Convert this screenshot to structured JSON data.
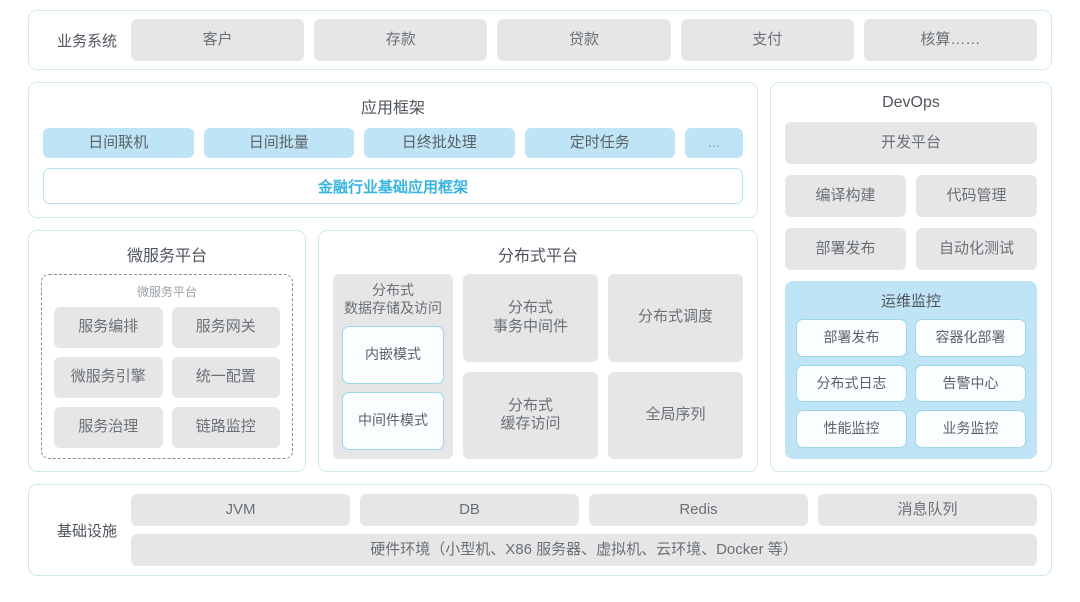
{
  "business_systems": {
    "label": "业务系统",
    "items": [
      "客户",
      "存款",
      "贷款",
      "支付",
      "核算……"
    ]
  },
  "app_framework": {
    "title": "应用框架",
    "items": [
      "日间联机",
      "日间批量",
      "日终批处理",
      "定时任务",
      "..."
    ],
    "base_bar": "金融行业基础应用框架"
  },
  "microservice_platform": {
    "title": "微服务平台",
    "inner_label": "微服务平台",
    "items": [
      "服务编排",
      "服务网关",
      "微服务引擎",
      "统一配置",
      "服务治理",
      "链路监控"
    ]
  },
  "distributed_platform": {
    "title": "分布式平台",
    "storage": {
      "header": "分布式\n数据存储及访问",
      "header_line1": "分布式",
      "header_line2": "数据存储及访问",
      "modes": [
        "内嵌模式",
        "中间件模式"
      ]
    },
    "cells": [
      {
        "line1": "分布式",
        "line2": "事务中间件"
      },
      {
        "line1": "分布式调度",
        "line2": ""
      },
      {
        "line1": "分布式",
        "line2": "缓存访问"
      },
      {
        "line1": "全局序列",
        "line2": ""
      }
    ]
  },
  "devops": {
    "title": "DevOps",
    "platform": "开发平台",
    "items": [
      "编译构建",
      "代码管理",
      "部署发布",
      "自动化测试"
    ],
    "ops": {
      "title": "运维监控",
      "items": [
        "部署发布",
        "容器化部署",
        "分布式日志",
        "告警中心",
        "性能监控",
        "业务监控"
      ]
    }
  },
  "infrastructure": {
    "label": "基础设施",
    "items": [
      "JVM",
      "DB",
      "Redis",
      "消息队列"
    ],
    "hardware": "硬件环境（小型机、X86 服务器、虚拟机、云环境、Docker 等）"
  },
  "colors": {
    "accent": "#3ab4e0",
    "panel_blue": "#bfe4f5",
    "card_gray": "#e6e6e6",
    "border": "#d3e9f0"
  }
}
